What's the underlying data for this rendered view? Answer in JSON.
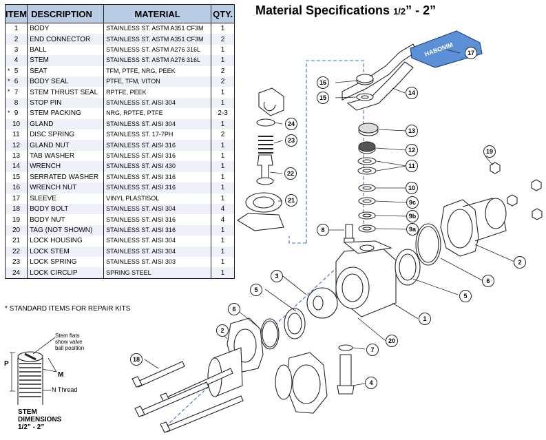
{
  "title": {
    "main": "Material Specifications ",
    "fraction": "1/2",
    "rest": "” - 2”"
  },
  "table": {
    "headers": {
      "item": "ITEM",
      "description": "DESCRIPTION",
      "material": "MATERIAL",
      "qty": "QTY."
    },
    "rows": [
      {
        "item": "1",
        "star": "",
        "description": "BODY",
        "material": "STAINLESS ST. ASTM A351 CF3M",
        "qty": "1"
      },
      {
        "item": "2",
        "star": "",
        "description": "END CONNECTOR",
        "material": "STAINLESS ST. ASTM A351 CF3M",
        "qty": "2"
      },
      {
        "item": "3",
        "star": "",
        "description": "BALL",
        "material": "STAINLESS ST. ASTM A276 316L",
        "qty": "1"
      },
      {
        "item": "4",
        "star": "",
        "description": "STEM",
        "material": "STAINLESS ST. ASTM A276 316L",
        "qty": "1"
      },
      {
        "item": "5",
        "star": "*",
        "description": "SEAT",
        "material": "TFM, PTFE, NRG, PEEK",
        "qty": "2"
      },
      {
        "item": "6",
        "star": "*",
        "description": "BODY SEAL",
        "material": "PTFE, TFM, VITON",
        "qty": "2"
      },
      {
        "item": "7",
        "star": "*",
        "description": "STEM THRUST SEAL",
        "material": "RPTFE, PEEK",
        "qty": "1"
      },
      {
        "item": "8",
        "star": "",
        "description": "STOP PIN",
        "material": "STAINLESS ST. AISI 304",
        "qty": "1"
      },
      {
        "item": "9",
        "star": "*",
        "description": "STEM PACKING",
        "material": "NRG, RPTFE, PTFE",
        "qty": "2-3"
      },
      {
        "item": "10",
        "star": "",
        "description": "GLAND",
        "material": "STAINLESS ST. AISI 304",
        "qty": "1"
      },
      {
        "item": "11",
        "star": "",
        "description": "DISC SPRING",
        "material": "STAINLESS ST. 17-7PH",
        "qty": "2"
      },
      {
        "item": "12",
        "star": "",
        "description": "GLAND NUT",
        "material": "STAINLESS ST. AISI 316",
        "qty": "1"
      },
      {
        "item": "13",
        "star": "",
        "description": "TAB WASHER",
        "material": "STAINLESS ST. AISI 316",
        "qty": "1"
      },
      {
        "item": "14",
        "star": "",
        "description": "WRENCH",
        "material": "STAINLESS ST. AISI 430",
        "qty": "1"
      },
      {
        "item": "15",
        "star": "",
        "description": "SERRATED WASHER",
        "material": "STAINLESS ST. AISI 316",
        "qty": "1"
      },
      {
        "item": "16",
        "star": "",
        "description": "WRENCH NUT",
        "material": "STAINLESS ST. AISI 316",
        "qty": "1"
      },
      {
        "item": "17",
        "star": "",
        "description": "SLEEVE",
        "material": "VINYL PLASTISOL",
        "qty": "1"
      },
      {
        "item": "18",
        "star": "",
        "description": "BODY BOLT",
        "material": "STAINLESS ST. AISI 304",
        "qty": "4"
      },
      {
        "item": "19",
        "star": "",
        "description": "BODY NUT",
        "material": "STAINLESS ST. AISI 316",
        "qty": "4"
      },
      {
        "item": "20",
        "star": "",
        "description": "TAG (NOT SHOWN)",
        "material": "STAINLESS ST. AISI 316",
        "qty": "1"
      },
      {
        "item": "21",
        "star": "",
        "description": "LOCK HOUSING",
        "material": "STAINLESS ST. AISI 304",
        "qty": "1"
      },
      {
        "item": "22",
        "star": "",
        "description": "LOCK STEM",
        "material": "STAINLESS ST. AISI 304",
        "qty": "1"
      },
      {
        "item": "23",
        "star": "",
        "description": "LOCK SPRING",
        "material": "STAINLESS ST. AISI 303",
        "qty": "1"
      },
      {
        "item": "24",
        "star": "",
        "description": "LOCK CIRCLIP",
        "material": "SPRING STEEL",
        "qty": "1"
      }
    ]
  },
  "footnote": "*  STANDARD ITEMS FOR REPAIR KITS",
  "stem_diagram": {
    "flats_note": [
      "Stem flats",
      "show valve",
      "ball position"
    ],
    "p_label": "P",
    "m_label": "M",
    "thread_label": "N Thread",
    "heading": [
      "STEM",
      "DIMENSIONS"
    ],
    "size": "1/2” - 2”"
  },
  "handle_text": "HABONIM",
  "callouts": [
    "1",
    "2",
    "2",
    "3",
    "4",
    "5",
    "5",
    "6",
    "6",
    "7",
    "8",
    "9a",
    "9b",
    "9c",
    "10",
    "11",
    "12",
    "13",
    "14",
    "15",
    "16",
    "17",
    "18",
    "19",
    "20",
    "21",
    "22",
    "23",
    "24"
  ],
  "colors": {
    "header_bg": "#b9cde5",
    "sleeve": "#5b8fd6",
    "leader_dash": "#3a6fc0"
  }
}
